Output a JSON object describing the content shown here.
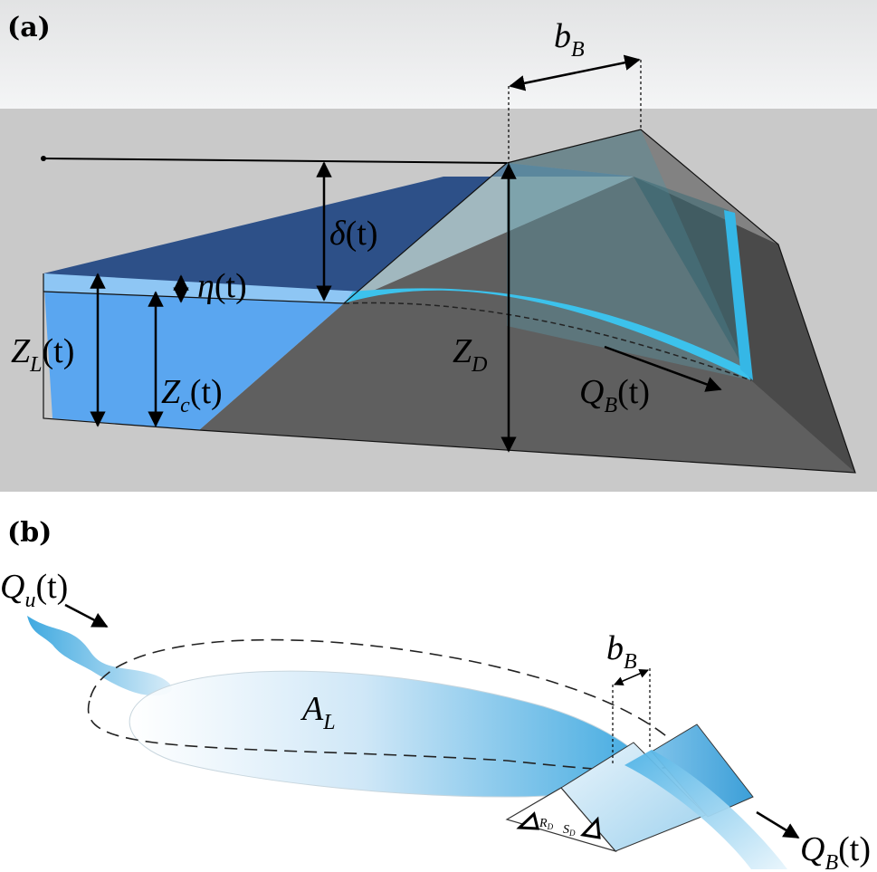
{
  "panel_a": {
    "label": "(a)",
    "b_b": {
      "main": "b",
      "sub": "B"
    },
    "delta": {
      "main": "δ",
      "arg": "(t)"
    },
    "eta": {
      "main": "η",
      "arg": "(t)"
    },
    "z_l": {
      "main": "Z",
      "sub": "L",
      "arg": "(t)"
    },
    "z_c": {
      "main": "Z",
      "sub": "c",
      "arg": "(t)"
    },
    "z_d": {
      "main": "Z",
      "sub": "D"
    },
    "q_b": {
      "main": "Q",
      "sub": "B",
      "arg": "(t)"
    }
  },
  "panel_b": {
    "label": "(b)",
    "q_u": {
      "main": "Q",
      "sub": "u",
      "arg": "(t)"
    },
    "a_l": {
      "main": "A",
      "sub": "L"
    },
    "b_b": {
      "main": "b",
      "sub": "B"
    },
    "r_d": {
      "main": "R",
      "sub": "D"
    },
    "s_d": {
      "main": "S",
      "sub": "D"
    },
    "q_b": {
      "main": "Q",
      "sub": "B",
      "arg": "(t)"
    }
  },
  "colors": {
    "lake_blue": "#5aa6f0",
    "deep_blue": "#2c4f8a",
    "dam_grey": "#5e5e5e",
    "breach_cyan": "#39c0ea",
    "background_grey": "#c8c8c8"
  }
}
